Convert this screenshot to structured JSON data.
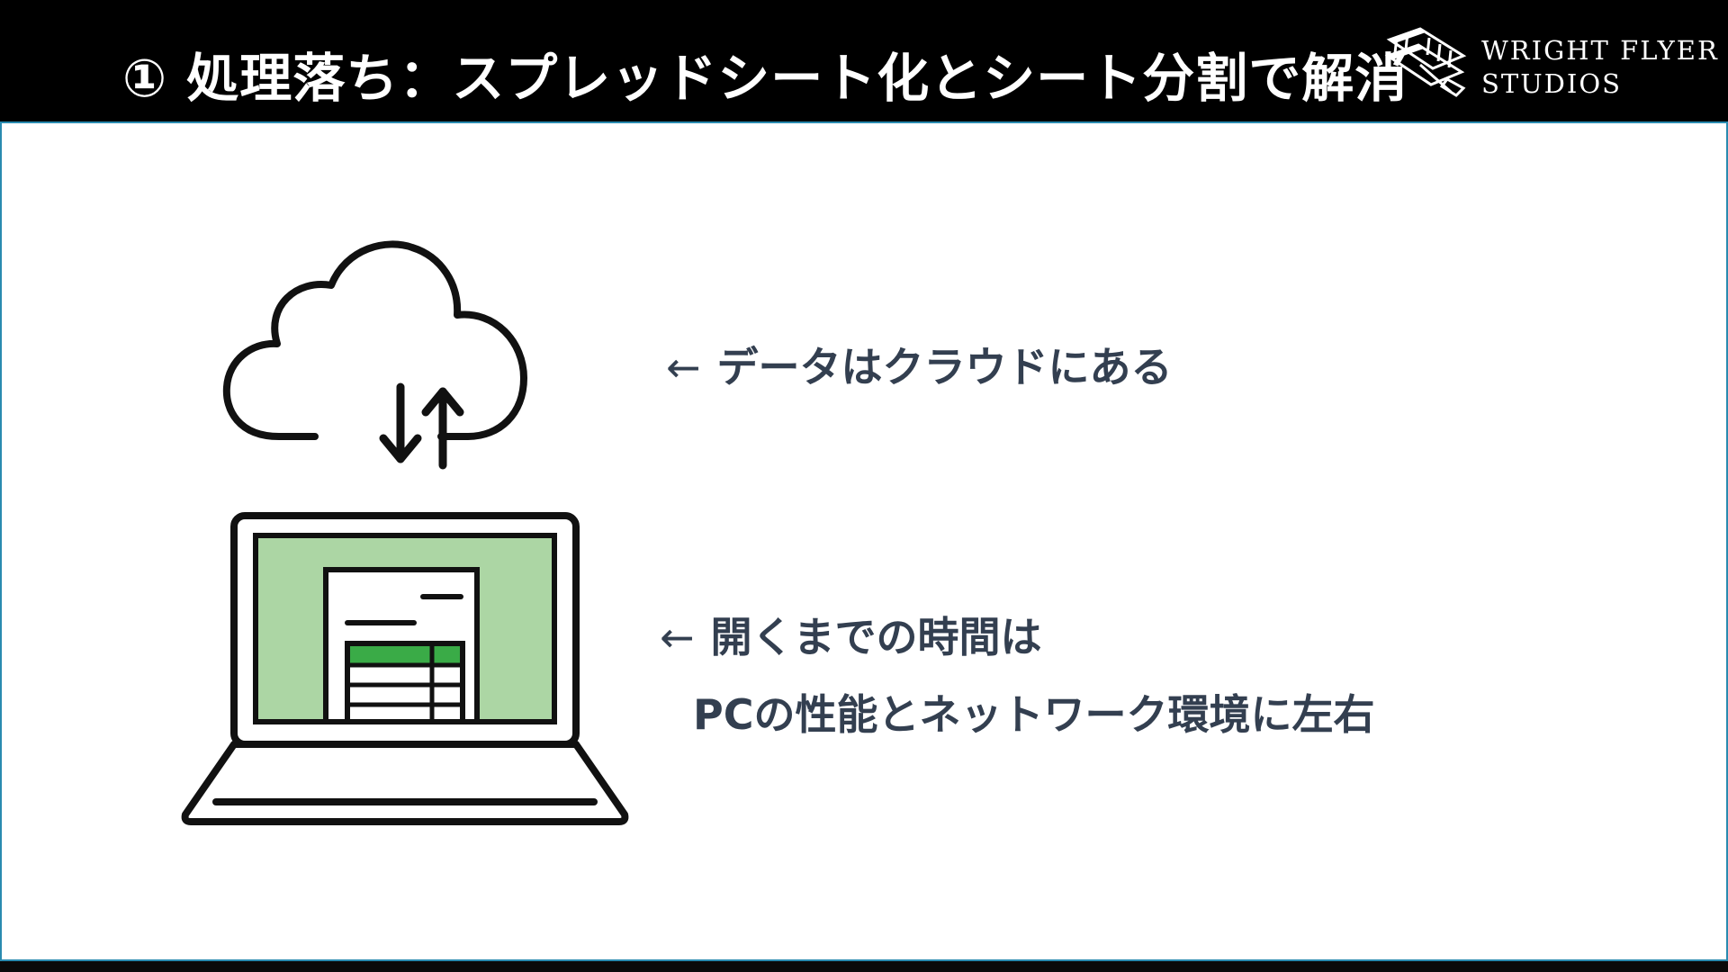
{
  "header": {
    "title": "① 処理落ち：スプレッドシート化とシート分割で解消",
    "logo": {
      "line1": "WRIGHT FLYER",
      "line2": "STUDIOS",
      "icon": "biplane-logo-icon"
    }
  },
  "illustration": {
    "cloud_icon": "cloud-icon",
    "sync_icon": "up-down-arrows-icon",
    "laptop_icon": "laptop-icon",
    "spreadsheet_icon": "spreadsheet-icon",
    "colors": {
      "outline": "#111111",
      "screen_fill": "#acd6a4",
      "sheet_header": "#3aab47"
    }
  },
  "notes": {
    "arrow": "←",
    "cloud_note": "データはクラウドにある",
    "open_time_note": "開くまでの時間は",
    "depends_note": "PCの性能とネットワーク環境に左右"
  },
  "colors": {
    "header_bg": "#000000",
    "accent_line": "#2a8bb0",
    "text": "#333f50"
  }
}
